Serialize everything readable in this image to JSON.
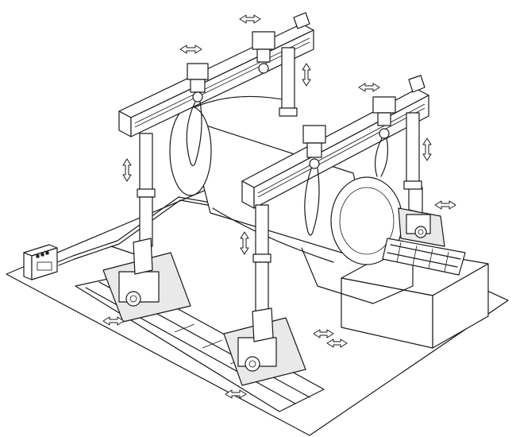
{
  "figure": {
    "colors": {
      "line": "#1a1a1a",
      "background": "#ffffff",
      "shade": "#e9e9e9"
    },
    "components": [
      "floor-slab",
      "raised-pedestal",
      "control-box",
      "cable-route",
      "rail-track-front",
      "rail-track-rear",
      "gantry-beam-rear",
      "gantry-beam-front",
      "lifting-leg",
      "hoist-trolley",
      "lifting-sling",
      "cylindrical-vessel"
    ],
    "motion_arrows": [
      "horizontal-travel",
      "vertical-lift"
    ]
  }
}
